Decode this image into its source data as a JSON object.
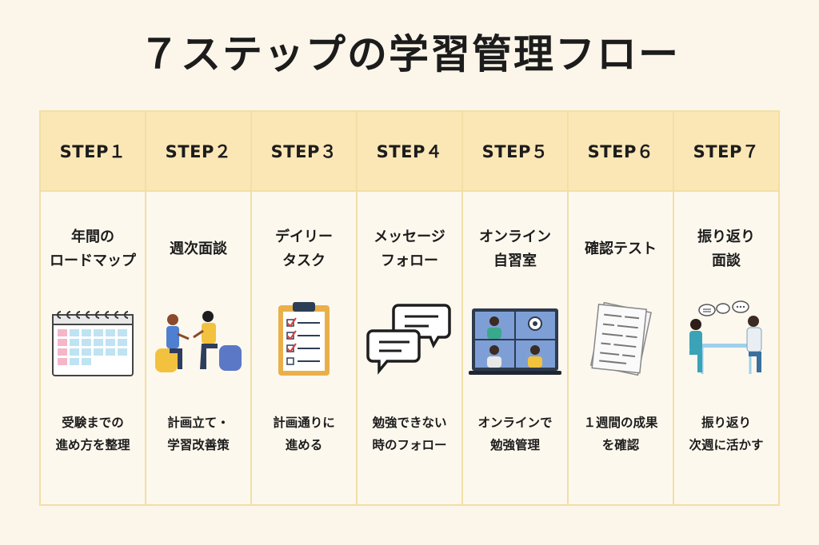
{
  "title": "７ステップの学習管理フロー",
  "steps": [
    {
      "label": "STEP１",
      "name": "年間の\nロードマップ",
      "description": "受験までの\n進め方を整理",
      "icon": "calendar-icon"
    },
    {
      "label": "STEP２",
      "name": "週次面談",
      "description": "計画立て・\n学習改善策",
      "icon": "meeting-icon"
    },
    {
      "label": "STEP３",
      "name": "デイリー\nタスク",
      "description": "計画通りに\n進める",
      "icon": "checklist-clipboard-icon"
    },
    {
      "label": "STEP４",
      "name": "メッセージ\nフォロー",
      "description": "勉強できない\n時のフォロー",
      "icon": "chat-bubbles-icon"
    },
    {
      "label": "STEP５",
      "name": "オンライン\n自習室",
      "description": "オンラインで\n勉強管理",
      "icon": "video-conference-icon"
    },
    {
      "label": "STEP６",
      "name": "確認テスト",
      "description": "１週間の成果\nを確認",
      "icon": "test-papers-icon"
    },
    {
      "label": "STEP７",
      "name": "振り返り\n面談",
      "description": "振り返り\n次週に活かす",
      "icon": "consultation-icon"
    }
  ],
  "colors": {
    "background": "#fcf5ea",
    "header": "#fbe7b6",
    "border": "#f1dfa6"
  }
}
